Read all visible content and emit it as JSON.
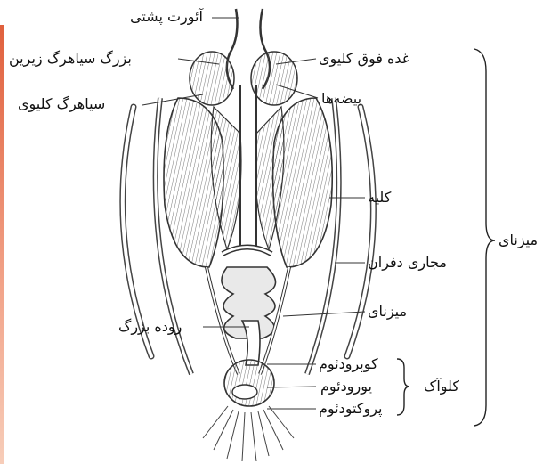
{
  "labels": {
    "dorsal_aorta": "آئورت پشتی",
    "posterior_vena_cava": "بزرگ سیاهرگ زیرین",
    "renal_vein": "سیاهرگ کلیوی",
    "adrenal_gland": "غده فوق کلیوی",
    "testes": "بیضه‌ها",
    "kidney": "کلیه",
    "vas_deferens": "مجاری دفران",
    "ureter": "میزنای",
    "large_intestine": "روده بزرگ",
    "coprodeum": "کوپرودئوم",
    "urodeum": "یورودئوم",
    "proctodeum": "پروکتودئوم",
    "cloaca": "کلوآک",
    "ureter_group": "میزنای"
  }
}
